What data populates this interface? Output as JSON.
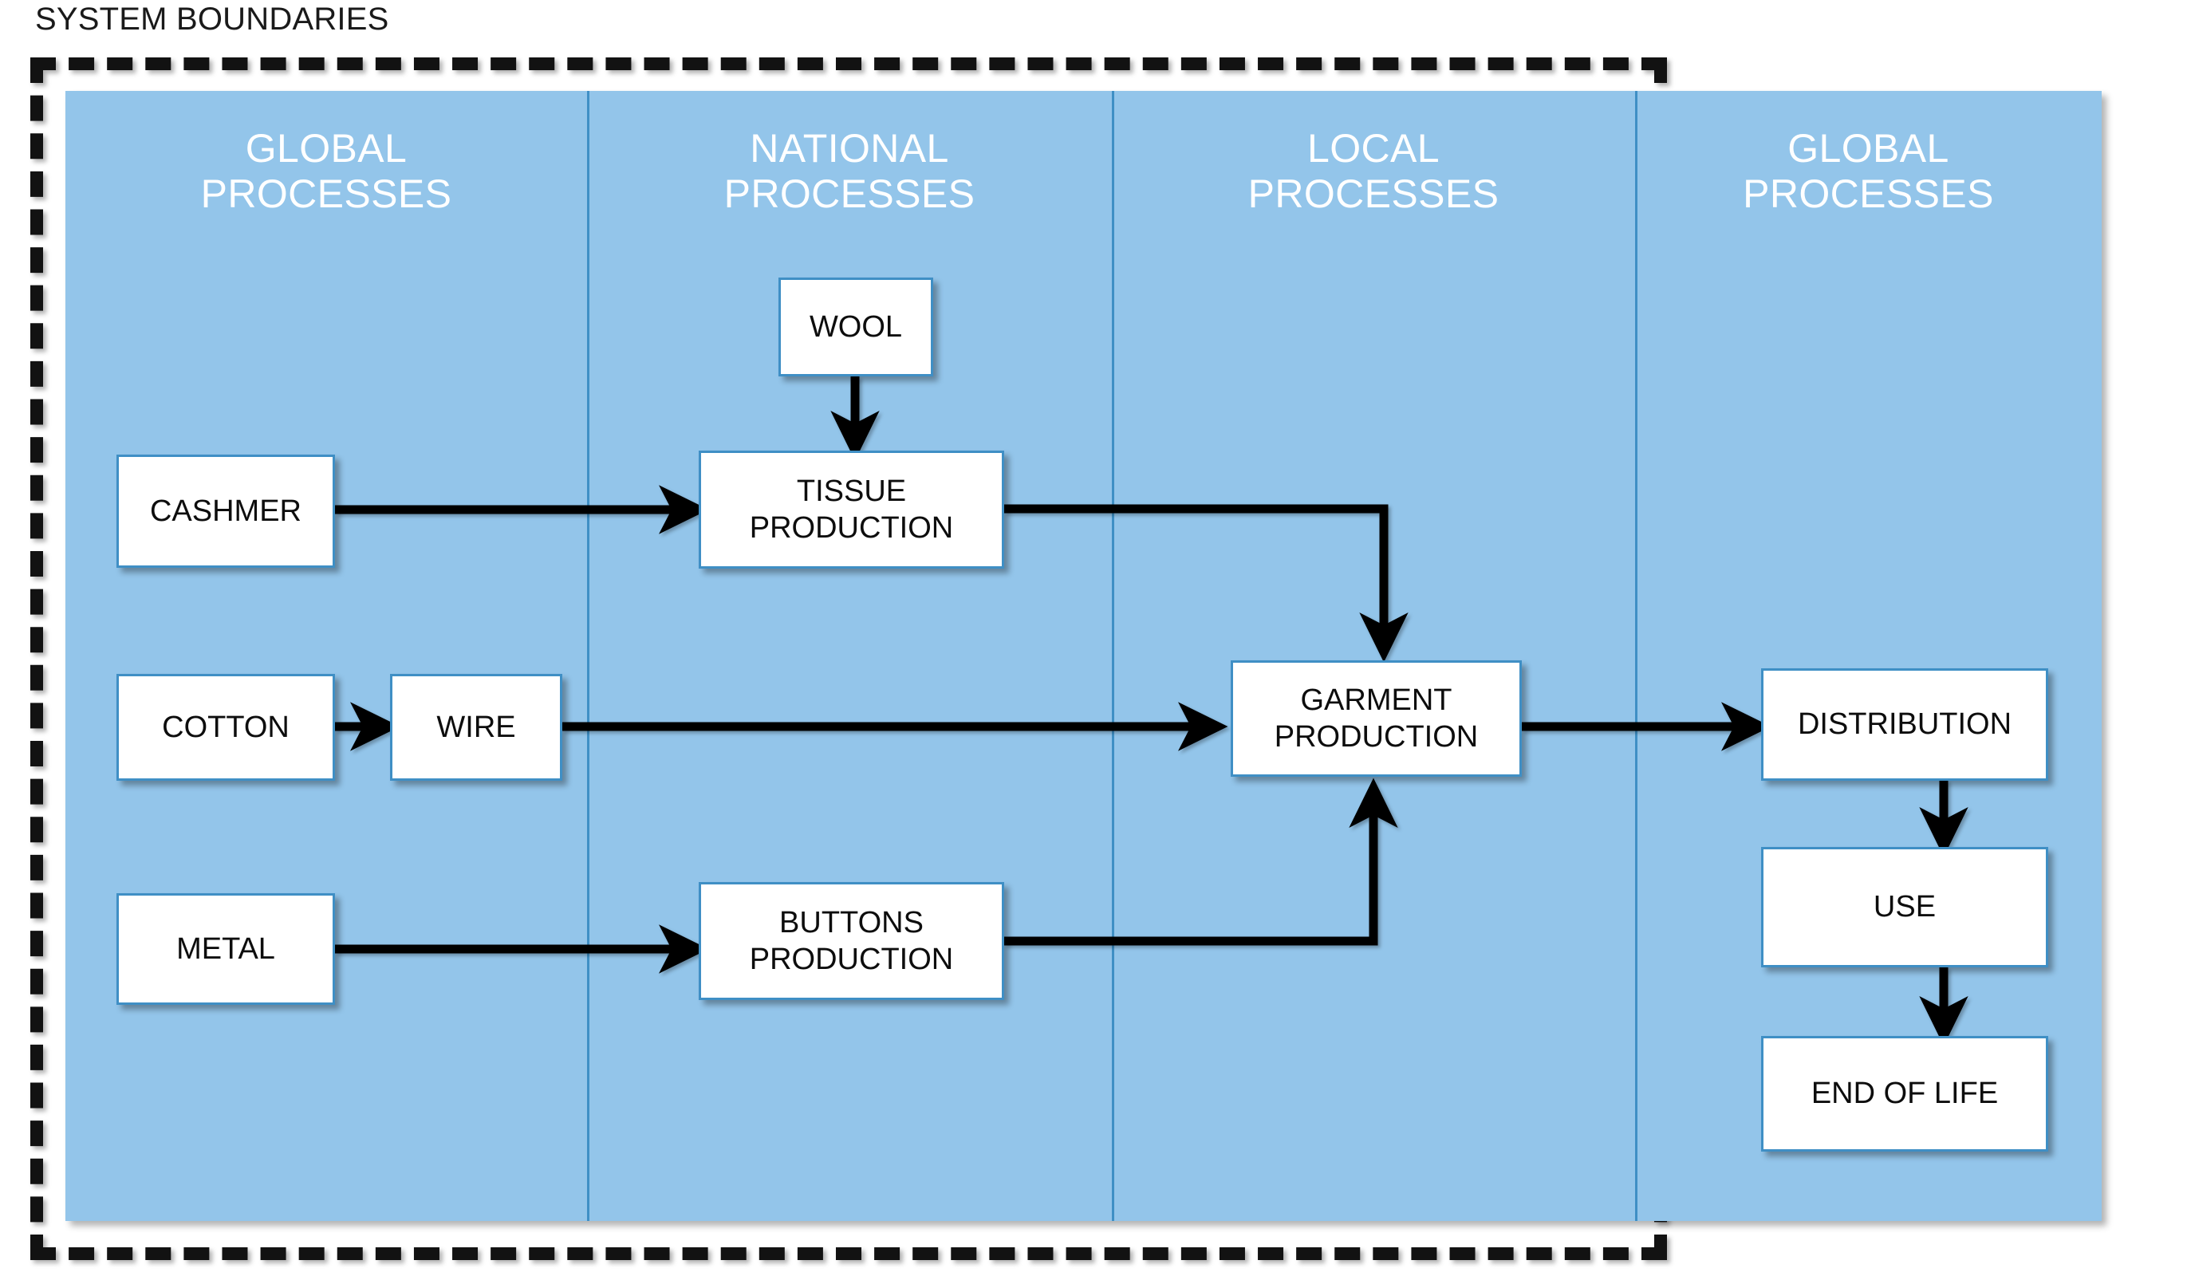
{
  "boundary": {
    "label": "SYSTEM BOUNDARIES"
  },
  "colors": {
    "panel_blue": "#93c5ea",
    "divider_blue": "#3f8fc5",
    "node_border": "#3f8fc5",
    "node_fill": "#ffffff",
    "arrow_black": "#000000",
    "header_text": "#ffffff"
  },
  "columns": [
    {
      "id": "global-left",
      "label": "GLOBAL\nPROCESSES"
    },
    {
      "id": "national",
      "label": "NATIONAL\nPROCESSES"
    },
    {
      "id": "local",
      "label": "LOCAL\nPROCESSES"
    },
    {
      "id": "global-right",
      "label": "GLOBAL\nPROCESSES"
    }
  ],
  "nodes": [
    {
      "id": "wool",
      "label": "WOOL"
    },
    {
      "id": "cashmer",
      "label": "CASHMER"
    },
    {
      "id": "tissue-production",
      "label": "TISSUE\nPRODUCTION"
    },
    {
      "id": "cotton",
      "label": "COTTON"
    },
    {
      "id": "wire",
      "label": "WIRE"
    },
    {
      "id": "garment-production",
      "label": "GARMENT\nPRODUCTION"
    },
    {
      "id": "metal",
      "label": "METAL"
    },
    {
      "id": "buttons-production",
      "label": "BUTTONS\nPRODUCTION"
    },
    {
      "id": "distribution",
      "label": "DISTRIBUTION"
    },
    {
      "id": "use",
      "label": "USE"
    },
    {
      "id": "end-of-life",
      "label": "END OF LIFE"
    }
  ],
  "edges": [
    {
      "from": "wool",
      "to": "tissue-production"
    },
    {
      "from": "cashmer",
      "to": "tissue-production"
    },
    {
      "from": "tissue-production",
      "to": "garment-production"
    },
    {
      "from": "cotton",
      "to": "wire"
    },
    {
      "from": "wire",
      "to": "garment-production"
    },
    {
      "from": "metal",
      "to": "buttons-production"
    },
    {
      "from": "buttons-production",
      "to": "garment-production"
    },
    {
      "from": "garment-production",
      "to": "distribution"
    },
    {
      "from": "distribution",
      "to": "use"
    },
    {
      "from": "use",
      "to": "end-of-life"
    }
  ]
}
